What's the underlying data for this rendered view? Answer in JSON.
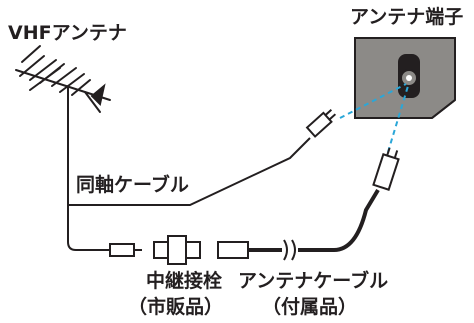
{
  "labels": {
    "vhf_antenna": "VHFアンテナ",
    "antenna_terminal": "アンテナ端子",
    "coax_cable": "同軸ケーブル",
    "relay_connector": "中継接栓",
    "relay_connector_note": "（市販品）",
    "antenna_cable": "アンテナケーブル",
    "antenna_cable_note": "（付属品）"
  },
  "colors": {
    "ink": "#231f20",
    "panel_gray": "#8c8a87",
    "dash_blue": "#2aa7d8",
    "white": "#ffffff"
  },
  "icons": {
    "antenna": "vhf-antenna-icon",
    "terminal": "antenna-terminal-icon",
    "plug": "plug-icon",
    "relay": "relay-connector-icon",
    "cable_break": "cable-break-icon"
  }
}
